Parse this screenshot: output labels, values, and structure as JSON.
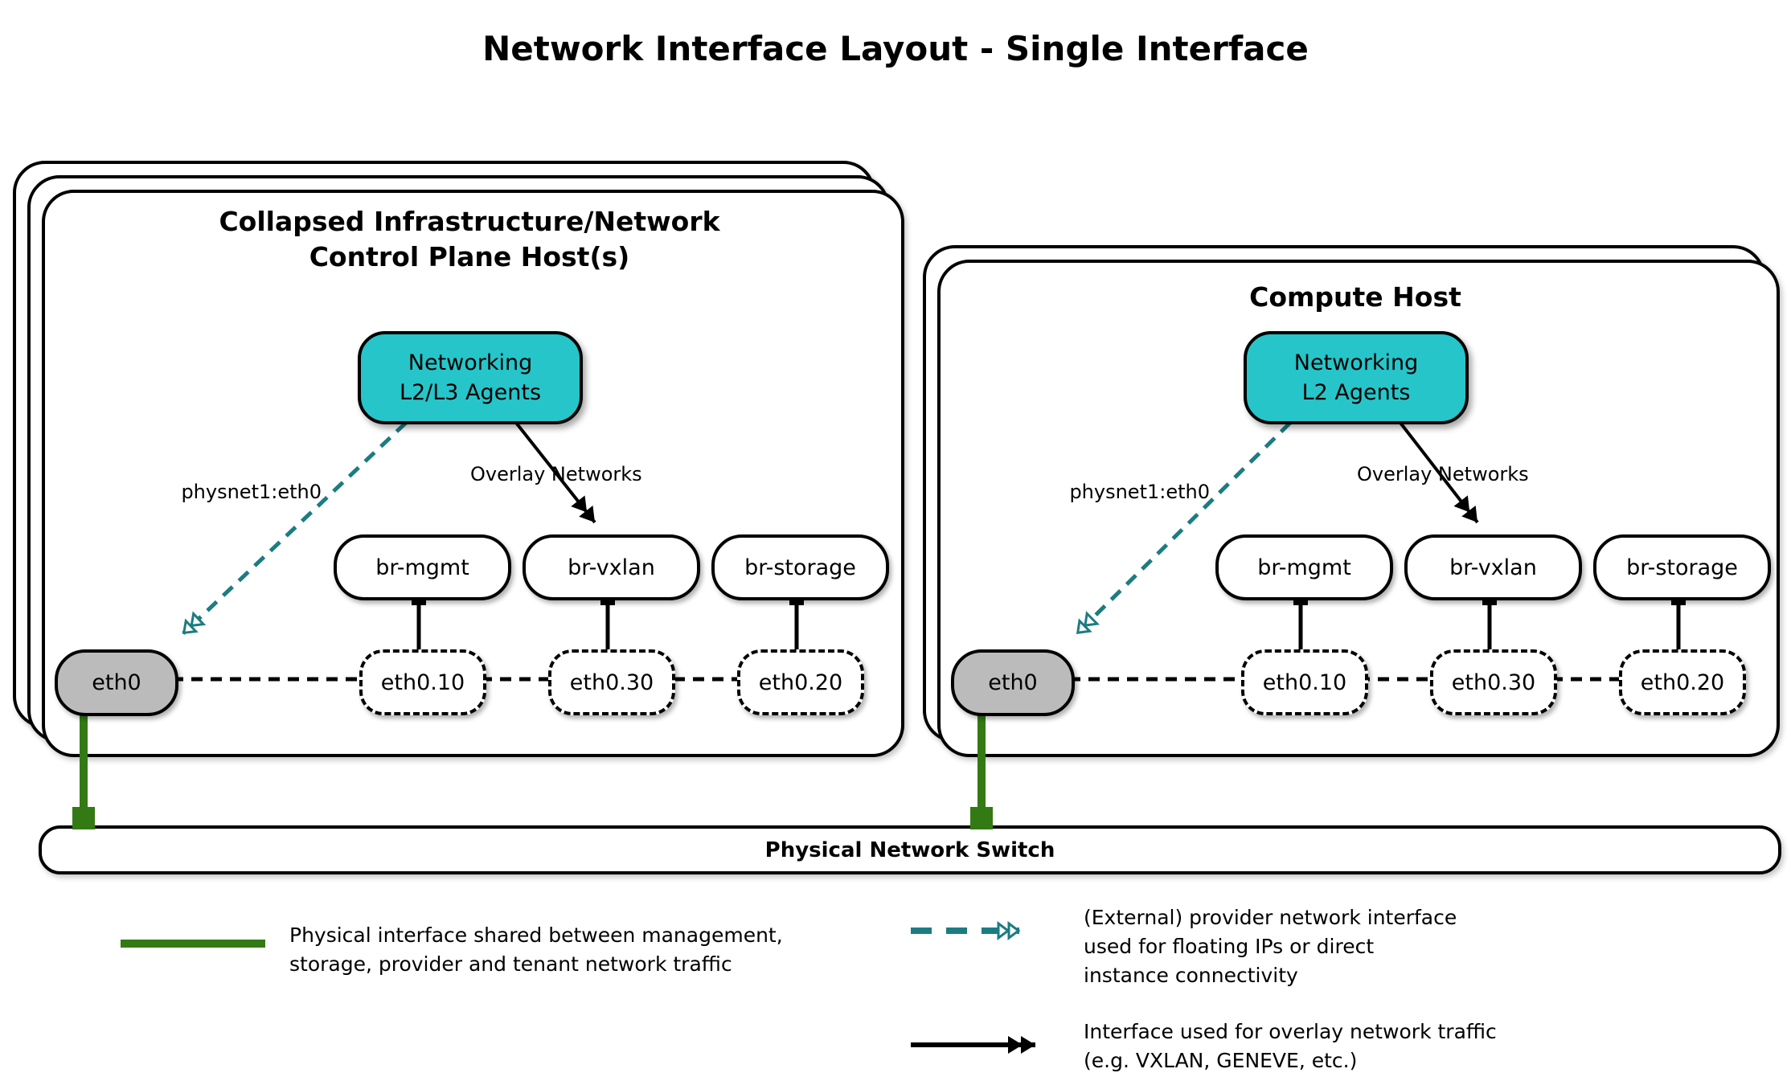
{
  "title": "Network Interface Layout - Single Interface",
  "hosts": [
    {
      "title_lines": [
        "Collapsed Infrastructure/Network",
        "Control Plane Host(s)"
      ],
      "agent_lines": [
        "Networking",
        "L2/L3 Agents"
      ],
      "provider_label": "physnet1:eth0",
      "overlay_label": "Overlay Networks",
      "bridges": [
        "br-mgmt",
        "br-vxlan",
        "br-storage"
      ],
      "vlans": [
        "eth0.10",
        "eth0.30",
        "eth0.20"
      ],
      "nic": "eth0"
    },
    {
      "title_lines": [
        "Compute Host"
      ],
      "agent_lines": [
        "Networking",
        "L2 Agents"
      ],
      "provider_label": "physnet1:eth0",
      "overlay_label": "Overlay Networks",
      "bridges": [
        "br-mgmt",
        "br-vxlan",
        "br-storage"
      ],
      "vlans": [
        "eth0.10",
        "eth0.30",
        "eth0.20"
      ],
      "nic": "eth0"
    }
  ],
  "switch": {
    "label": "Physical Network Switch"
  },
  "legend": [
    {
      "symbol": "green-solid-line",
      "text": "Physical interface shared between management,\nstorage, provider and tenant network traffic"
    },
    {
      "symbol": "teal-dashed-double-arrow",
      "text": "(External) provider network interface\nused for floating IPs or direct\ninstance connectivity"
    },
    {
      "symbol": "black-solid-double-arrow",
      "text": "Interface used for overlay network traffic\n(e.g. VXLAN, GENEVE, etc.)"
    }
  ],
  "colors": {
    "agent_fill": "#26C5C9",
    "provider_arrow": "#1C7C82",
    "physical_link": "#337A14",
    "nic_fill": "#BBBBBB"
  }
}
